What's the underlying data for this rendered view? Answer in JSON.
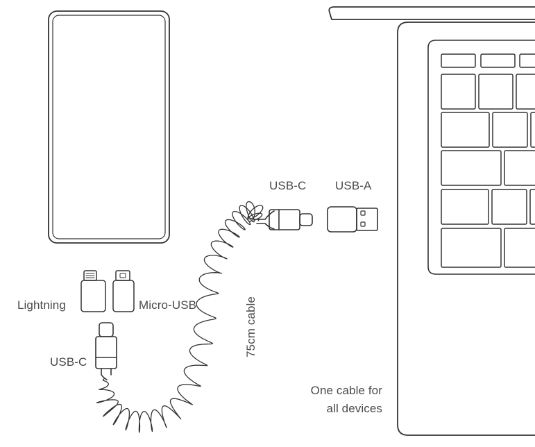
{
  "labels": {
    "usb_c_top": "USB-C",
    "usb_a": "USB-A",
    "lightning": "Lightning",
    "micro_usb": "Micro-USB",
    "usb_c_bottom": "USB-C",
    "cable_length": "75cm cable",
    "tagline_line1": "One cable for",
    "tagline_line2": "all devices"
  },
  "icons": [
    "phone-icon",
    "laptop-icon",
    "usb-c-plug-icon",
    "usb-a-adapter-icon",
    "lightning-adapter-icon",
    "micro-usb-adapter-icon",
    "coiled-cable-icon"
  ],
  "colors": {
    "stroke": "#333333",
    "text": "#4a4a4a",
    "background": "#ffffff"
  }
}
